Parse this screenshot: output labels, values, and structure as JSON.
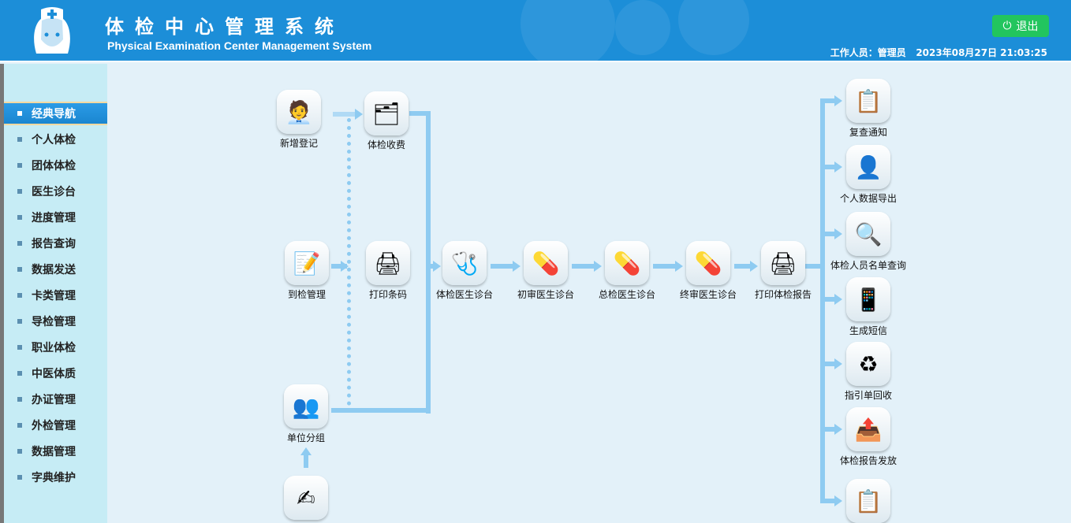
{
  "header": {
    "title": "体检中心管理系统",
    "subtitle": "Physical Examination Center Management System",
    "logout_label": "退出",
    "user_info": "工作人员：管理员   2023年08月27日 21:03:25"
  },
  "sidebar": {
    "items": [
      "经典导航",
      "个人体检",
      "团体体检",
      "医生诊台",
      "进度管理",
      "报告查询",
      "数据发送",
      "卡类管理",
      "导检管理",
      "职业体检",
      "中医体质",
      "办证管理",
      "外检管理",
      "数据管理",
      "字典维护"
    ]
  },
  "flow": {
    "register": "新增登记",
    "fee": "体检收费",
    "checkin": "到检管理",
    "barcode": "打印条码",
    "group": "单位分组",
    "doctor": "体检医生诊台",
    "first_review": "初审医生诊台",
    "general_review": "总检医生诊台",
    "final_review": "终审医生诊台",
    "print_report": "打印体检报告",
    "recheck": "复查通知",
    "export": "个人数据导出",
    "query": "体检人员名单查询",
    "sms": "生成短信",
    "recycle": "指引单回收",
    "distribute": "体检报告发放"
  }
}
